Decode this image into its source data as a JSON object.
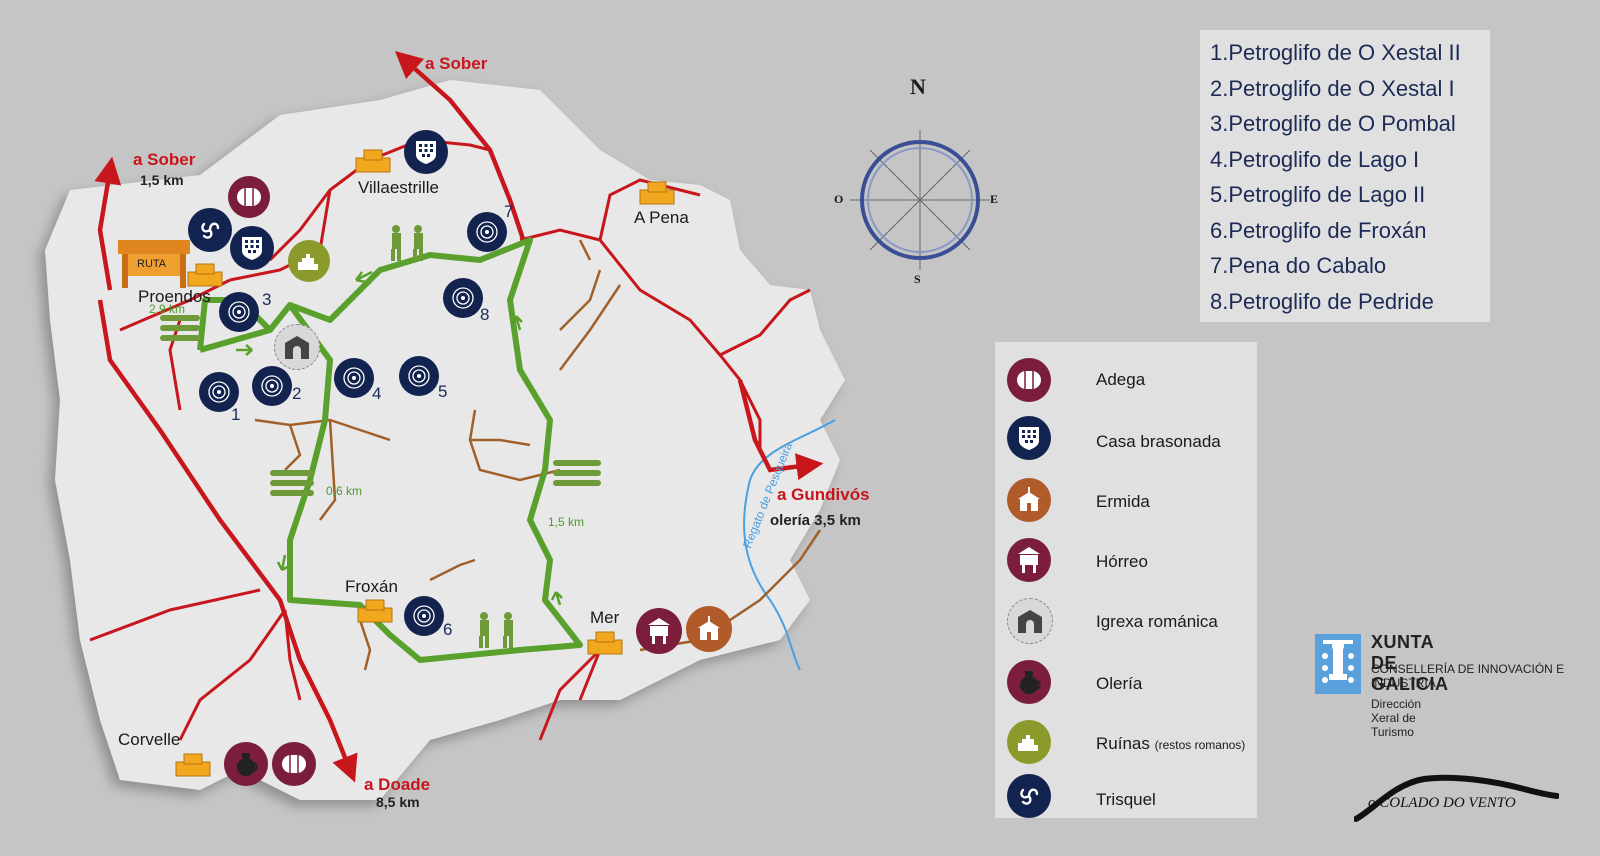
{
  "map": {
    "compass": {
      "n": "N",
      "s": "S",
      "e": "E",
      "w": "O"
    },
    "directions": {
      "sober_top": "a Sober",
      "sober_left": "a Sober",
      "sober_left_distance": "1,5 km",
      "gundivos": "a Gundivós",
      "gundivos_note": "olería 3,5 km",
      "doade": "a Doade",
      "doade_distance": "8,5 km"
    },
    "places": {
      "villaestrille": "Villaestrille",
      "a_pena": "A Pena",
      "proendos": "Proendos",
      "froxan": "Froxán",
      "mer": "Mer",
      "corvelle": "Corvelle"
    },
    "route_sign": "RUTA",
    "route_segments": [
      "2,9 km",
      "0,6 km",
      "1,5 km"
    ],
    "stream": "Regato de Pesqueira",
    "petroglyph_numbers": [
      "1",
      "2",
      "3",
      "4",
      "5",
      "6",
      "7",
      "8"
    ]
  },
  "poi_list": {
    "items": [
      "1.Petroglifo de O Xestal II",
      "2.Petroglifo de O Xestal I",
      "3.Petroglifo de O Pombal",
      "4.Petroglifo de Lago I",
      "5.Petroglifo de Lago II",
      "6.Petroglifo de Froxán",
      "7.Pena do Cabalo",
      "8.Petroglifo de Pedride"
    ]
  },
  "legend": {
    "items": [
      {
        "icon": "adega-icon",
        "label": "Adega",
        "note": "",
        "color": "#7a1e3c"
      },
      {
        "icon": "casa-brasonada-icon",
        "label": "Casa brasonada",
        "note": "",
        "color": "#13234f"
      },
      {
        "icon": "ermida-icon",
        "label": "Ermida",
        "note": "",
        "color": "#b15a2a"
      },
      {
        "icon": "horreo-icon",
        "label": "Hórreo",
        "note": "",
        "color": "#7a1e3c"
      },
      {
        "icon": "igrexa-romanica-icon",
        "label": "Igrexa románica",
        "note": "",
        "color": "#d8d8d8"
      },
      {
        "icon": "oleria-icon",
        "label": "Olería",
        "note": "",
        "color": "#7a1e3c"
      },
      {
        "icon": "ruinas-icon",
        "label": "Ruínas",
        "note": "(restos romanos)",
        "color": "#8c9a2c"
      },
      {
        "icon": "trisquel-icon",
        "label": "Trisquel",
        "note": "",
        "color": "#13234f"
      }
    ]
  },
  "sponsor": {
    "name": "XUNTA DE GALICIA",
    "department": "CONSELLERÍA DE INNOVACIÓN E INDUSTRIA",
    "sub": "Dirección Xeral de Turismo"
  },
  "brand": {
    "text": "o COLADO DO VENTO"
  },
  "colors": {
    "road": "#c8161d",
    "route": "#5aa02c",
    "track": "#a0602a",
    "water": "#4a9fe0",
    "land": "#e8e8e8"
  }
}
